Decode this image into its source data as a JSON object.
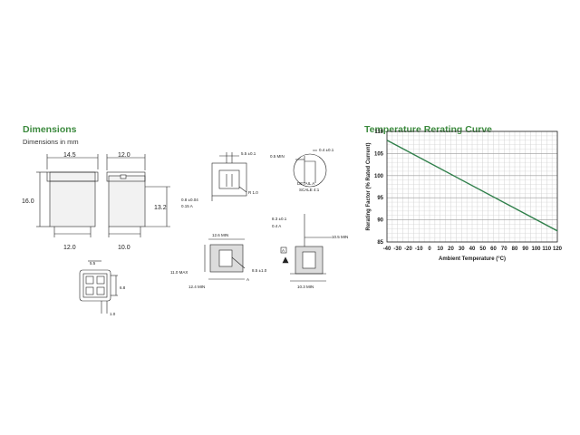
{
  "dimensions": {
    "title": "Dimensions",
    "subtitle": "Dimensions in mm",
    "front": {
      "width_top": "14.5",
      "height": "16.0",
      "width_bottom": "12.0"
    },
    "side": {
      "width_top": "12.0",
      "height": "13.2",
      "width_bottom": "10.0"
    },
    "bottom": {
      "top": "5.5",
      "right": "6.8",
      "bottom": "1.0"
    },
    "detail_top": {
      "top": "5.5 ±0.1",
      "radius": "R 1.0",
      "left": "0.8 ±0.04",
      "tolerance": "0.15 A"
    },
    "detail_circle": {
      "left": "0.5 MIN",
      "top": "0.4 ±0.1",
      "label1": "DETAIL A",
      "label2": "SCALE 4:1"
    },
    "socket_left": {
      "top": "12.6 MIN",
      "left": "11.0 MAX",
      "bottom": "12.4 MIN",
      "right": "8.5 ±1.0",
      "marker": "A"
    },
    "socket_right": {
      "top": "8.3 ±0.1",
      "tolerance": "0.4 A",
      "right": "10.5 MIN",
      "bottom": "10.3 MIN",
      "marker": "A"
    }
  },
  "chart_data": {
    "type": "line",
    "title": "Temperature Rerating Curve",
    "xlabel": "Ambient Temperature (°C)",
    "ylabel": "Rerating Factor (% Rated Current)",
    "xlim": [
      -40,
      120
    ],
    "ylim": [
      85,
      110
    ],
    "xticks": [
      -40,
      -30,
      -20,
      -10,
      0,
      10,
      20,
      30,
      40,
      50,
      60,
      70,
      80,
      90,
      100,
      110,
      120
    ],
    "xtick_labels": [
      "-40",
      "-30",
      "-20",
      "-10",
      "0",
      "10",
      "20",
      "30",
      "40",
      "50",
      "60",
      "70",
      "80",
      "90",
      "100",
      "110",
      "120"
    ],
    "yticks": [
      85,
      90,
      95,
      100,
      105,
      110
    ],
    "ytick_labels": [
      "85",
      "90",
      "95",
      "100",
      "105",
      "110"
    ],
    "grid": true,
    "line_color": "#2f7f4a",
    "series": [
      {
        "x": [
          -40,
          120
        ],
        "y": [
          108,
          87.5
        ]
      }
    ]
  }
}
